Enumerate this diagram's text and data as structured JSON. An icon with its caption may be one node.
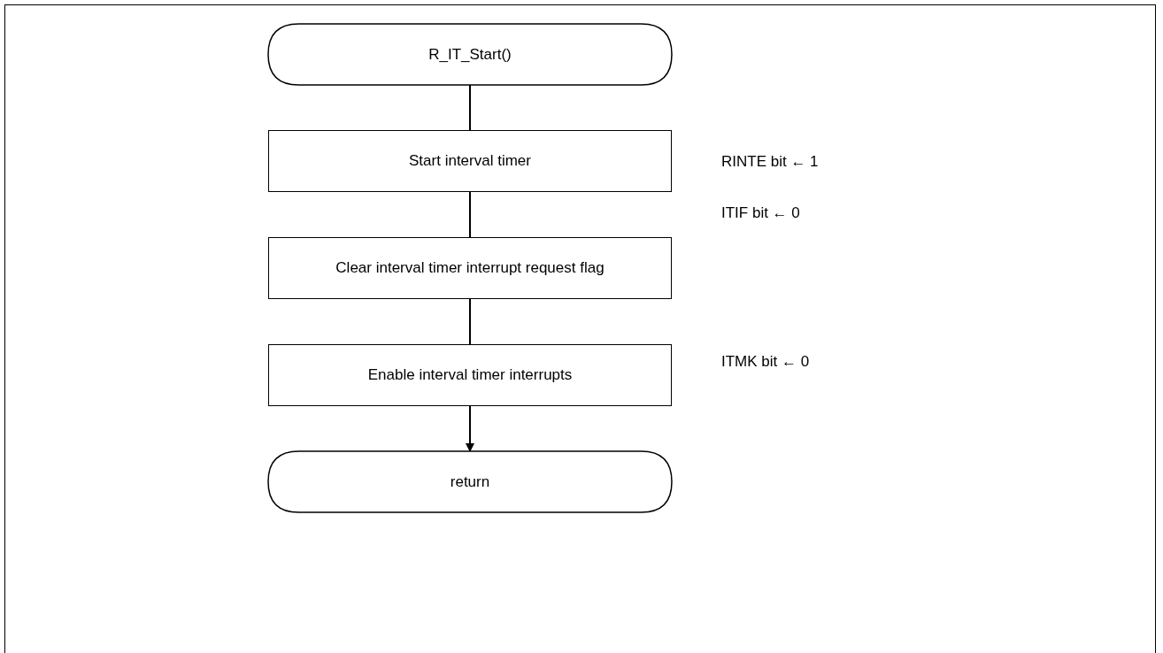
{
  "diagram": {
    "nodes": [
      {
        "text": [
          "R_IT_Start()"
        ]
      },
      {
        "text": [
          "Start interval timer"
        ],
        "beside": [
          "RINTE bit ← 1"
        ]
      },
      {
        "text": [
          "Clear interval timer interrupt request flag"
        ],
        "beside": [
          "ITIF bit ← 0"
        ]
      },
      {
        "text": [
          "Enable interval timer interrupts"
        ],
        "beside": [
          "ITMK bit ← 0"
        ]
      },
      {
        "text": [
          "return"
        ]
      }
    ],
    "edges": [
      {
        "from": 0,
        "to": 1,
        "arrow": "none"
      },
      {
        "from": 1,
        "to": 2,
        "arrow": "none"
      },
      {
        "from": 2,
        "to": 3,
        "arrow": "none"
      },
      {
        "from": 3,
        "to": 4,
        "arrow": "to"
      }
    ]
  }
}
